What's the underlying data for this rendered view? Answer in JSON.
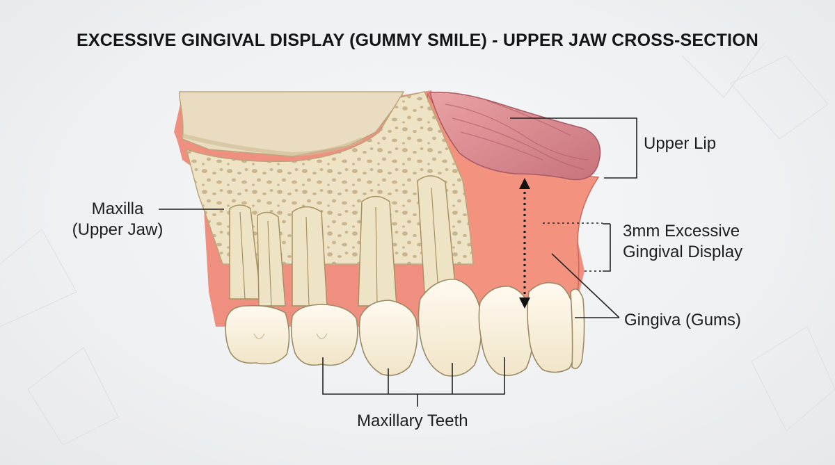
{
  "title": "EXCESSIVE GINGIVAL DISPLAY (GUMMY SMILE) - UPPER JAW CROSS-SECTION",
  "labels": {
    "maxilla_line1": "Maxilla",
    "maxilla_line2": "(Upper Jaw)",
    "upper_lip": "Upper Lip",
    "excess_line1": "3mm Excessive",
    "excess_line2": "Gingival Display",
    "gingiva": "Gingiva (Gums)",
    "teeth": "Maxillary Teeth"
  },
  "colors": {
    "background": "#eef0f2",
    "bone": "#efe3c6",
    "gum": "#f08a7c",
    "lip": "#d9868c",
    "tooth": "#fbf5e6",
    "outline": "#222222"
  }
}
